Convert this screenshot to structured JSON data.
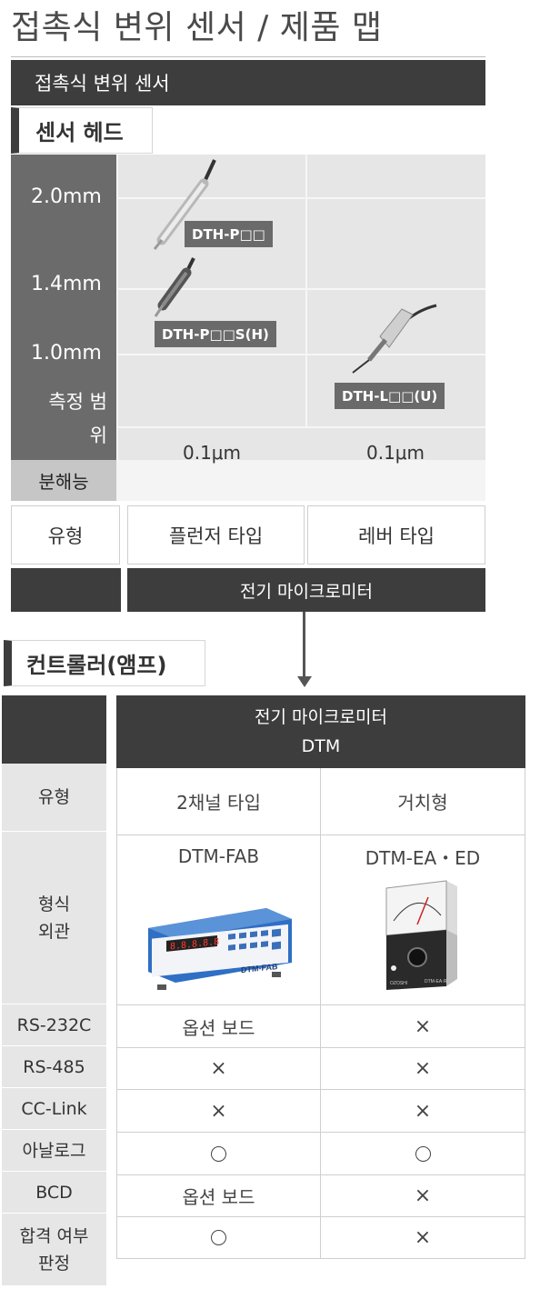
{
  "page_title": "접촉식 변위 센서 / 제품 맵",
  "sensor_band": "접촉식 변위 센서",
  "sensor_head_tag": "센서 헤드",
  "ranges": [
    "2.0mm",
    "1.4mm",
    "1.0mm"
  ],
  "measuring_range_label_1": "측정 범",
  "measuring_range_label_2": "위",
  "resolution_label": "분해능",
  "products": {
    "dth_p": "DTH-P□□",
    "dth_p_s": "DTH-P□□S(H)",
    "dth_l": "DTH-L□□(U)"
  },
  "resolution_values": [
    "0.1μm",
    "0.1μm"
  ],
  "type_label": "유형",
  "types": [
    "플런저 타입",
    "레버 타입"
  ],
  "micrometer_bar": "전기 마이크로미터",
  "controller_tag": "컨트롤러(앰프)",
  "controller": {
    "header_line1": "전기 마이크로미터",
    "header_line2": "DTM",
    "rows": {
      "type": {
        "label": "유형",
        "col1": "2채널 타입",
        "col2": "거치형"
      },
      "model": {
        "label_1": "형식",
        "label_2": "외관",
        "col1": "DTM-FAB",
        "col2": "DTM-EA・ED"
      },
      "rs232c": {
        "label": "RS-232C",
        "col1": "옵션 보드",
        "col2": "×"
      },
      "rs485": {
        "label": "RS-485",
        "col1": "×",
        "col2": "×"
      },
      "cclink": {
        "label": "CC-Link",
        "col1": "×",
        "col2": "×"
      },
      "analog": {
        "label": "아날로그",
        "col1": "circle",
        "col2": "circle"
      },
      "bcd": {
        "label": "BCD",
        "col1": "옵션 보드",
        "col2": "×"
      },
      "judge": {
        "label_1": "합격 여부",
        "label_2": "판정",
        "col1": "circle",
        "col2": "×"
      }
    }
  },
  "device_texts": {
    "fab_panel": "DTM-FAB",
    "fab_display": "8.8.8.8.8",
    "analog_meter_brand": "OZOSHI",
    "analog_meter_model": "DTM-EA·R"
  },
  "colors": {
    "dark": "#3d3d3d",
    "mid_gray": "#6b6b6b",
    "light_gray": "#e6e6e6",
    "device_blue": "#2f6fc4"
  }
}
